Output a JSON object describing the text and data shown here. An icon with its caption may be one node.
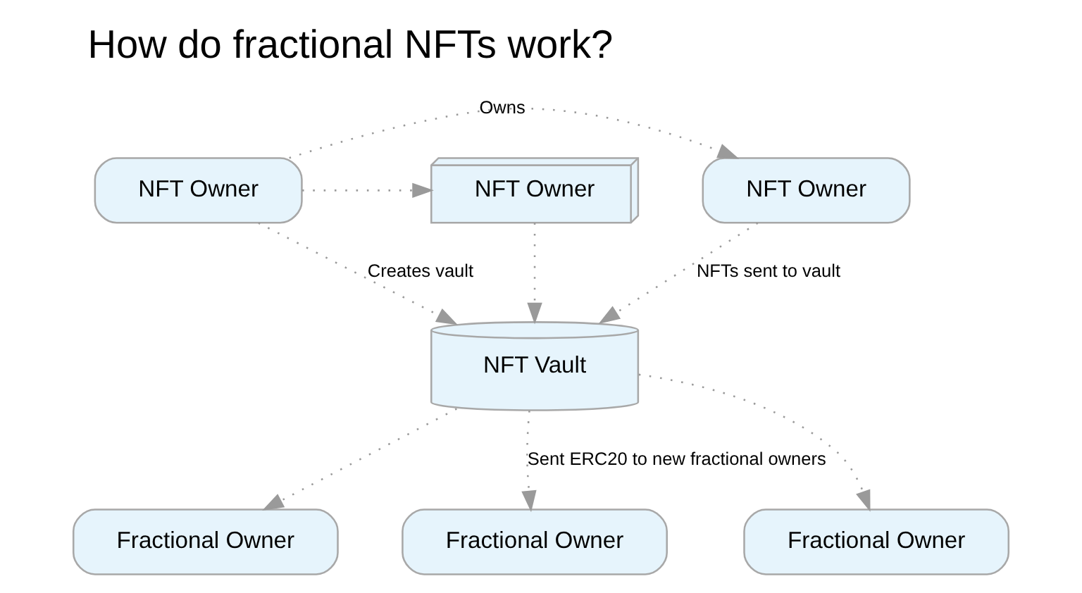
{
  "diagram": {
    "title": "How do fractional NFTs work?",
    "nodes": [
      {
        "text": [
          "NFT Owner"
        ]
      },
      {
        "text": [
          "NFT Owner"
        ]
      },
      {
        "text": [
          "NFT Owner"
        ]
      },
      {
        "text": [
          "NFT Vault"
        ]
      },
      {
        "text": [
          "Fractional Owner"
        ]
      },
      {
        "text": [
          "Fractional Owner"
        ]
      },
      {
        "text": [
          "Fractional Owner"
        ]
      }
    ],
    "edges": [
      {
        "from": 0,
        "to": 1,
        "arrow": "to",
        "label": "Owns"
      },
      {
        "from": 0,
        "to": 2,
        "arrow": "to"
      },
      {
        "from": 0,
        "to": 3,
        "arrow": "to",
        "label": "Creates vault"
      },
      {
        "from": 1,
        "to": 3,
        "arrow": "to",
        "label": "NFTs sent to vault"
      },
      {
        "from": 2,
        "to": 3,
        "arrow": "to"
      },
      {
        "from": 3,
        "to": 4,
        "arrow": "to"
      },
      {
        "from": 3,
        "to": 5,
        "arrow": "to",
        "label": "Sent ERC20 to new fractional owners"
      },
      {
        "from": 3,
        "to": 6,
        "arrow": "to"
      }
    ]
  }
}
